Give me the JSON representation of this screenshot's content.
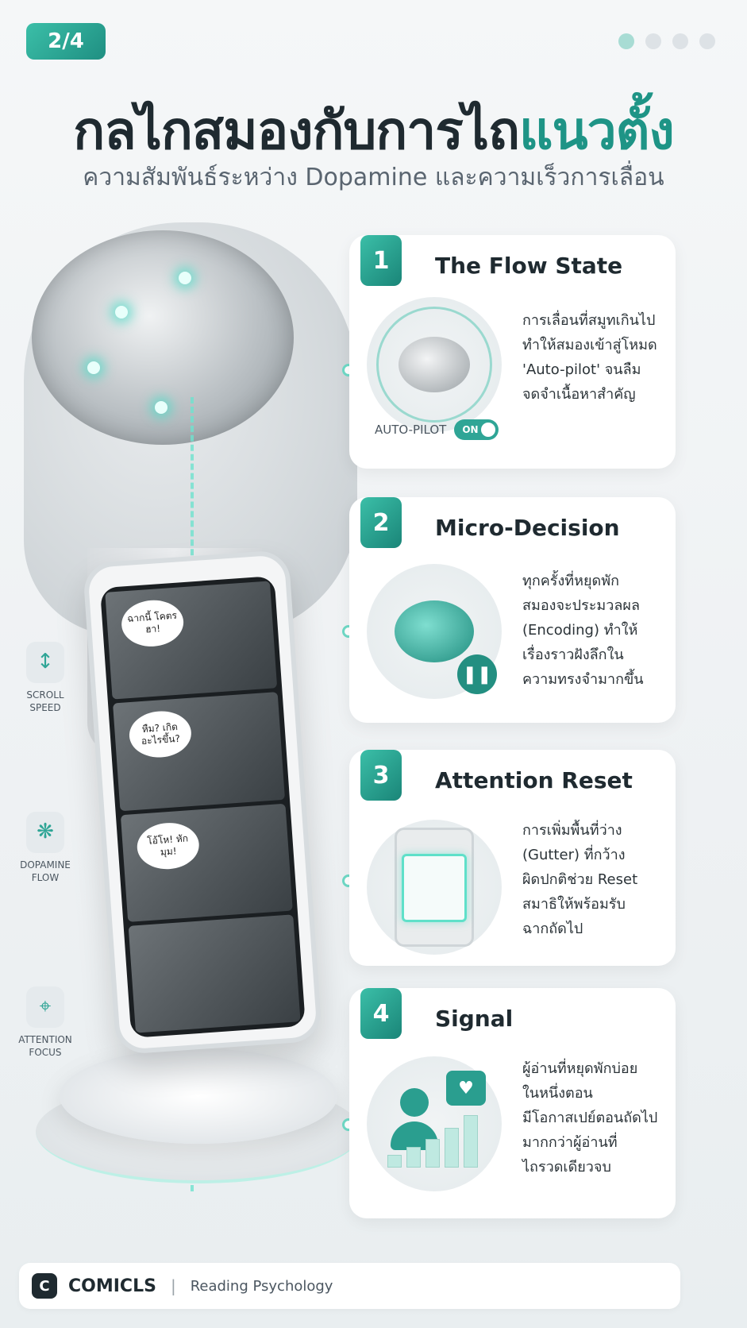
{
  "page_indicator": "2/4",
  "pagination": {
    "total": 4,
    "active": 1
  },
  "title": {
    "part1": "กลไกสมองกับการไถ",
    "part2": "แนวตั้ง"
  },
  "subtitle": "ความสัมพันธ์ระหว่าง Dopamine และความเร็วการเลื่อน",
  "comic_bubbles": [
    "ฉากนี้ โคตรฮา!",
    "หืม? เกิดอะไรขึ้น?",
    "โอ้โห! หักมุม!"
  ],
  "side_labels": [
    {
      "icon": "arrows-vertical-icon",
      "line1": "SCROLL",
      "line2": "SPEED"
    },
    {
      "icon": "brain-icon",
      "line1": "DOPAMINE",
      "line2": "FLOW"
    },
    {
      "icon": "crosshair-icon",
      "line1": "ATTENTION",
      "line2": "FOCUS"
    }
  ],
  "cards": [
    {
      "num": "1",
      "title": "The Flow State",
      "lines": [
        "การเลื่อนที่สมูทเกินไป",
        "ทำให้สมองเข้าสู่โหมด",
        "'Auto-pilot' จนลืม",
        "จดจำเนื้อหาสำคัญ"
      ],
      "badge_label": "AUTO-PILOT",
      "toggle_label": "ON"
    },
    {
      "num": "2",
      "title": "Micro-Decision",
      "lines": [
        "ทุกครั้งที่หยุดพัก",
        "สมองจะประมวลผล",
        "(Encoding) ทำให้",
        "เรื่องราวฝังลึกใน",
        "ความทรงจำมากขึ้น"
      ]
    },
    {
      "num": "3",
      "title": "Attention Reset",
      "lines": [
        "การเพิ่มพื้นที่ว่าง",
        "(Gutter) ที่กว้าง",
        "ผิดปกติช่วย Reset",
        "สมาธิให้พร้อมรับ",
        "ฉากถัดไป"
      ]
    },
    {
      "num": "4",
      "title": "Signal",
      "lines": [
        "ผู้อ่านที่หยุดพักบ่อย",
        "ในหนึ่งตอน",
        "มีโอกาสเปย์ตอนถัดไป",
        "มากกว่าผู้อ่านที่",
        "ไถรวดเดียวจบ"
      ]
    }
  ],
  "footer": {
    "logo_letter": "C",
    "brand": "COMICLS",
    "separator": "|",
    "tagline": "Reading Psychology"
  },
  "colors": {
    "accent": "#1e9486",
    "accent_light": "#6fe3cf",
    "text": "#1f2a30"
  }
}
